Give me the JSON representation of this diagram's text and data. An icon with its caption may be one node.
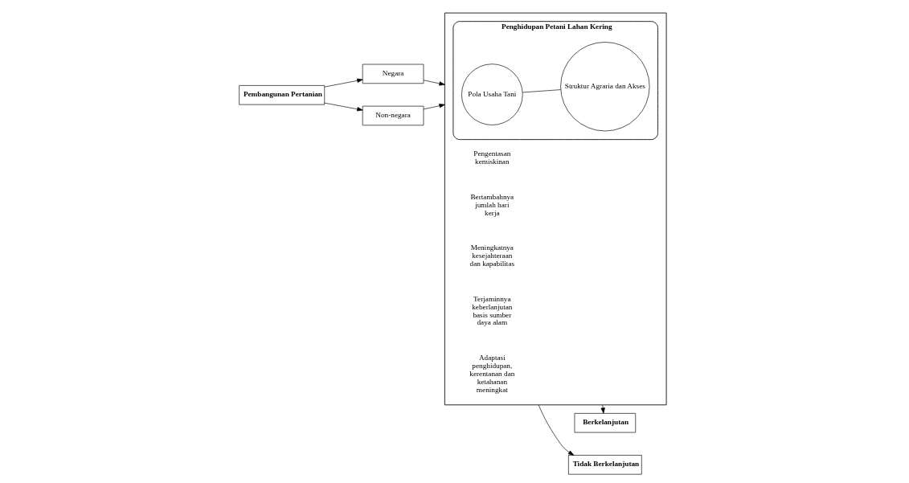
{
  "diagram": {
    "nodes": [
      {
        "text": [
          "Negara"
        ]
      },
      {
        "text": [
          "Pembangunan Pertanian"
        ]
      },
      {
        "text": [
          "Non-negara"
        ]
      },
      {
        "text": [],
        "shape": "pentagon",
        "beside": [
          "Pengentasan kemiskinan",
          "Bertambahnya jumlah hari kerja",
          "Meningkatnya kesejahteraan dan kapabilitas",
          "Terjaminnya keberlanjutan basis sumber daya alam",
          "Adaptasi penghidupan, kerentanan dan ketahanan meningkat"
        ]
      },
      {
        "text": [
          "Penghidupan Petani Lahan Kering"
        ],
        "in": 3
      },
      {
        "text": [
          "Pola Usaha Tani"
        ],
        "in": 4
      },
      {
        "text": [
          "Struktur Agraria dan Akses"
        ],
        "in": 4
      },
      {
        "text": [
          "Berkelanjutan"
        ]
      },
      {
        "text": [
          "Tidak Berkelanjutan"
        ]
      }
    ],
    "edges": [
      {
        "from": 1,
        "to": 0,
        "arrow": "to"
      },
      {
        "from": 1,
        "to": 2,
        "arrow": "to"
      },
      {
        "from": 0,
        "to": 3,
        "arrow": "to"
      },
      {
        "from": 2,
        "to": 3,
        "arrow": "to"
      },
      {
        "from": 5,
        "to": 6,
        "arrow": "none"
      },
      {
        "from": 3,
        "to": 7,
        "arrow": "to"
      },
      {
        "from": 3,
        "to": 8,
        "arrow": "to"
      }
    ]
  }
}
